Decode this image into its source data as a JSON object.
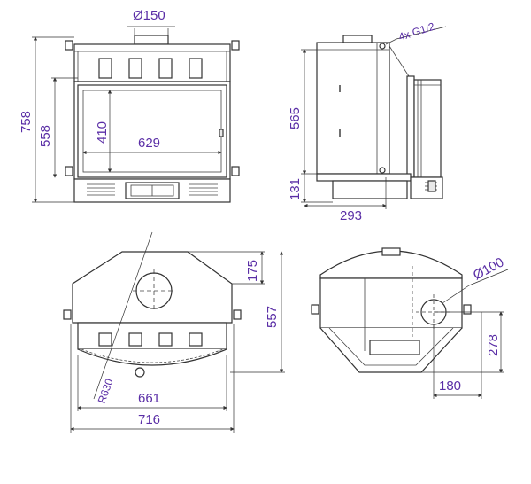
{
  "dimensions": {
    "flue_diameter": "Ø150",
    "connections": "4x G1/2",
    "overall_height": "758",
    "door_height": "558",
    "glass_height": "410",
    "glass_width": "629",
    "depth_height": "565",
    "base_height": "131",
    "depth": "293",
    "top_depth": "175",
    "top_total_depth": "557",
    "radius": "R630",
    "inner_width": "661",
    "outer_width": "716",
    "pipe_diameter": "Ø100",
    "pipe_height": "278",
    "pipe_offset": "180"
  },
  "colors": {
    "dimension_text": "#5a2ea6",
    "lines": "#333333"
  }
}
